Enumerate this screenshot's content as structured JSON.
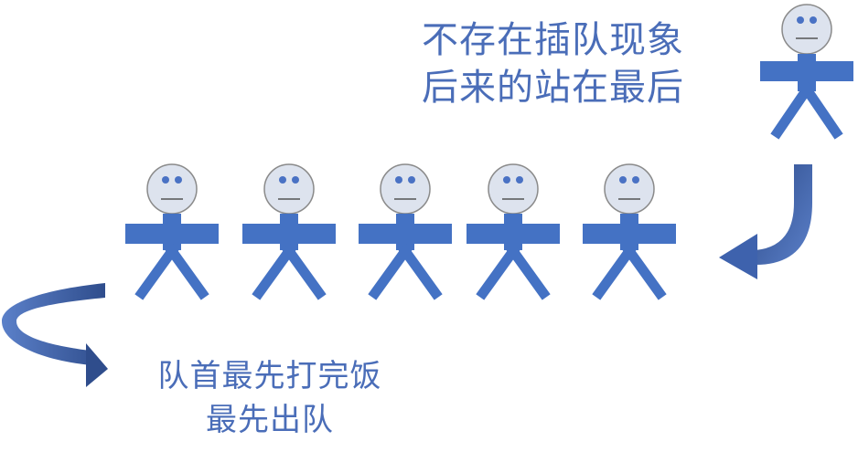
{
  "captions": {
    "newcomer": {
      "line1": "不存在插队现象",
      "line2": "后来的站在最后"
    },
    "front": {
      "line1": "队首最先打完饭",
      "line2": "最先出队"
    }
  },
  "queue": {
    "count": 5
  },
  "colors": {
    "body": "#4472c4",
    "face_fill": "#dde3ee",
    "face_stroke": "#8a8a8a",
    "eye": "#4a72c4",
    "text": "#4a6db8",
    "arrow_dark": "#2f4d8c",
    "arrow_light": "#5b80c9"
  },
  "icons": {
    "person": "stick-person-icon",
    "enqueue_arrow": "hook-arrow-left-icon",
    "dequeue_arrow": "curved-arrow-right-icon"
  }
}
